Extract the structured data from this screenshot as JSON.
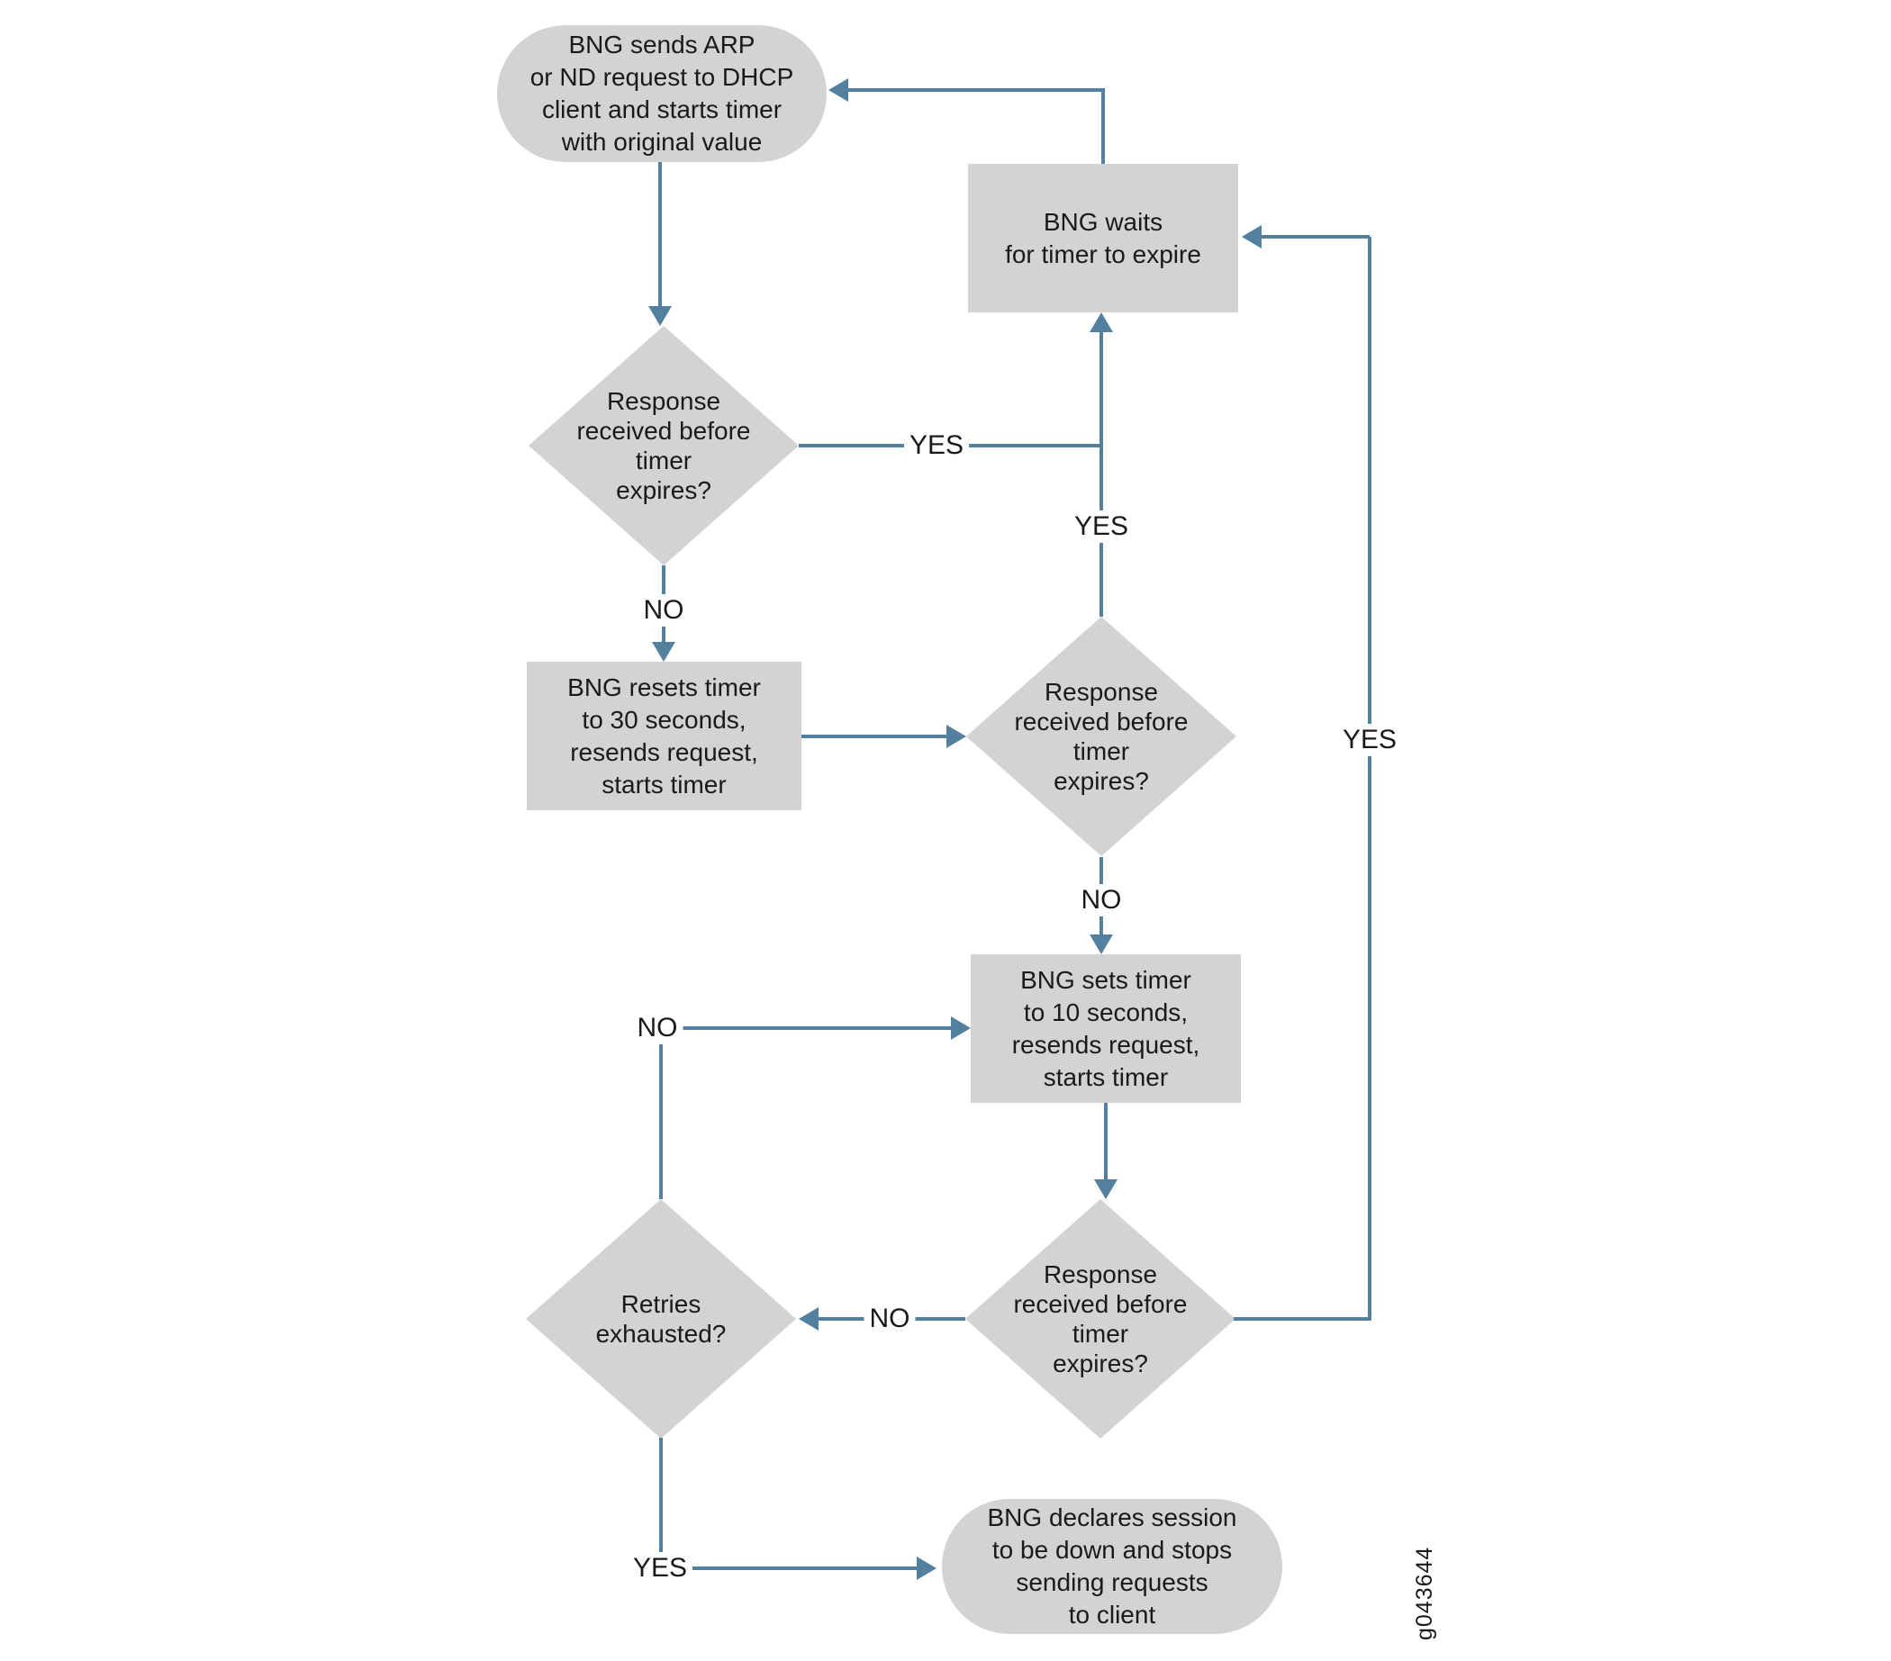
{
  "figure": {
    "id_label": "g043644"
  },
  "colors": {
    "line": "#53809f",
    "node_fill": "#d3d3d3",
    "text": "#1a1a1a",
    "background": "#ffffff"
  },
  "edge_labels": {
    "yes": "YES",
    "no": "NO"
  },
  "nodes": {
    "start": {
      "type": "terminator",
      "text": "BNG sends ARP\nor ND request to DHCP\nclient and starts timer\nwith original value"
    },
    "wait": {
      "type": "process",
      "text": "BNG waits\nfor timer to expire"
    },
    "decision1": {
      "type": "decision",
      "text": "Response\nreceived before\ntimer\nexpires?"
    },
    "reset30": {
      "type": "process",
      "text": "BNG resets timer\nto 30 seconds,\nresends request,\nstarts timer"
    },
    "decision2": {
      "type": "decision",
      "text": "Response\nreceived before\ntimer\nexpires?"
    },
    "set10": {
      "type": "process",
      "text": "BNG sets timer\nto 10 seconds,\nresends request,\nstarts timer"
    },
    "decision3": {
      "type": "decision",
      "text": "Response\nreceived before\ntimer\nexpires?"
    },
    "retries": {
      "type": "decision",
      "text": "Retries\nexhausted?"
    },
    "end": {
      "type": "terminator",
      "text": "BNG declares session\nto be down and stops\nsending requests\nto client"
    }
  },
  "edges": [
    {
      "from": "start",
      "to": "decision1",
      "label": ""
    },
    {
      "from": "decision1",
      "to": "wait",
      "label": "YES"
    },
    {
      "from": "decision1",
      "to": "reset30",
      "label": "NO"
    },
    {
      "from": "reset30",
      "to": "decision2",
      "label": ""
    },
    {
      "from": "decision2",
      "to": "wait",
      "label": "YES"
    },
    {
      "from": "decision2",
      "to": "set10",
      "label": "NO"
    },
    {
      "from": "set10",
      "to": "decision3",
      "label": ""
    },
    {
      "from": "decision3",
      "to": "wait",
      "label": "YES"
    },
    {
      "from": "decision3",
      "to": "retries",
      "label": "NO"
    },
    {
      "from": "retries",
      "to": "set10",
      "label": "NO"
    },
    {
      "from": "retries",
      "to": "end",
      "label": "YES"
    },
    {
      "from": "wait",
      "to": "start",
      "label": ""
    }
  ]
}
